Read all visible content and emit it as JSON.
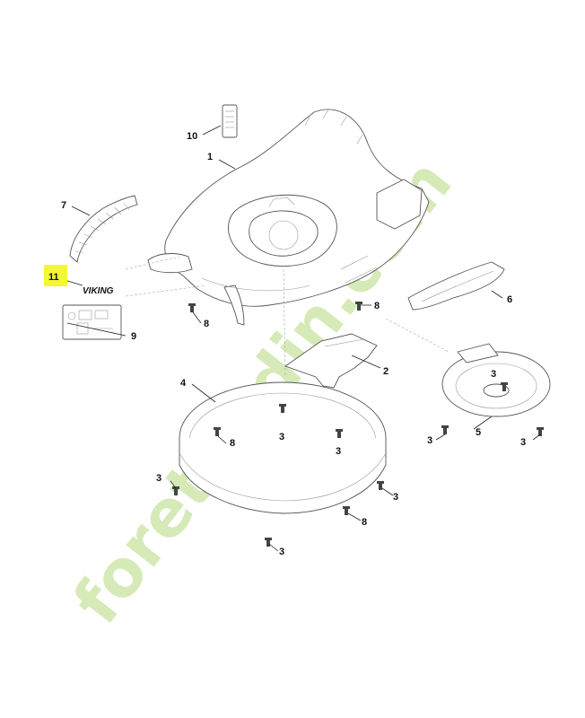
{
  "callouts": [
    {
      "id": "1",
      "text": "1"
    },
    {
      "id": "2",
      "text": "2"
    },
    {
      "id": "3",
      "text": "3"
    },
    {
      "id": "4",
      "text": "4"
    },
    {
      "id": "5",
      "text": "5"
    },
    {
      "id": "6",
      "text": "6"
    },
    {
      "id": "7",
      "text": "7"
    },
    {
      "id": "8",
      "text": "8"
    },
    {
      "id": "9",
      "text": "9"
    },
    {
      "id": "10",
      "text": "10"
    },
    {
      "id": "11",
      "text": "11"
    }
  ],
  "logo_text": "VIKING",
  "watermark": "foretjardin.com",
  "colors": {
    "highlight": "#f3f734",
    "watermark_green": "#d6eab8",
    "watermark_orange": "#f2c48a",
    "line": "#222222"
  }
}
